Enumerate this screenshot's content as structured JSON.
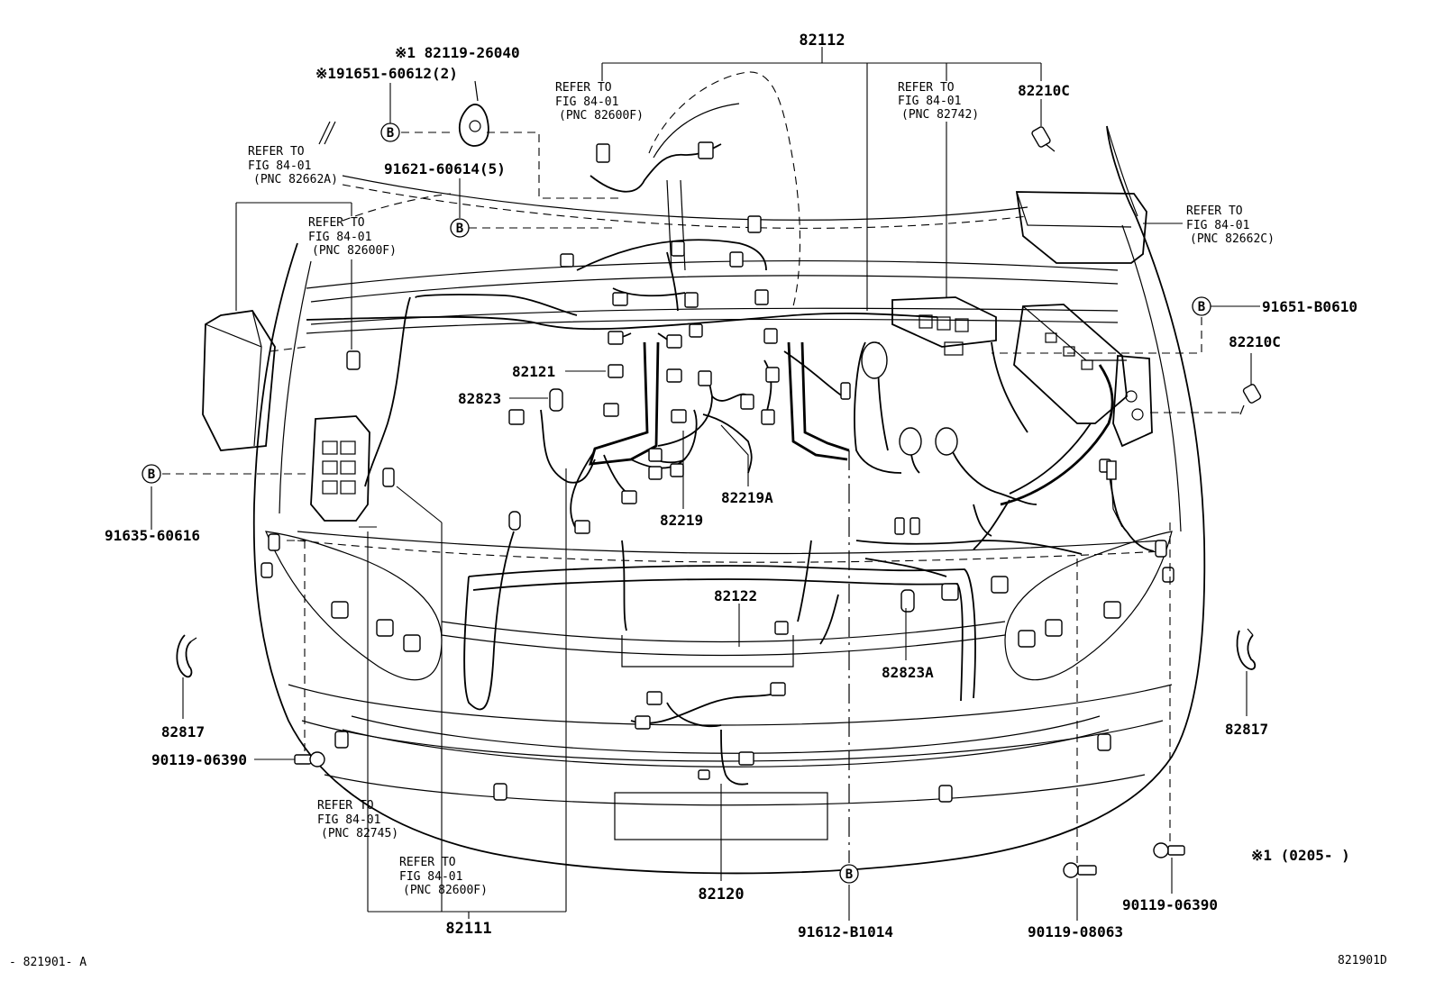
{
  "labels": {
    "p82112": "82112",
    "p82210c_top": "82210C",
    "p82210c_right": "82210C",
    "p82121": "82121",
    "p82823": "82823",
    "p82219": "82219",
    "p82219a": "82219A",
    "p82122": "82122",
    "p82823a": "82823A",
    "p82817_left": "82817",
    "p82817_right": "82817",
    "p82120": "82120",
    "p82111": "82111",
    "star_82119": "※1 82119-26040",
    "star_91651": "※191651-60612(2)",
    "p91621": "91621-60614(5)",
    "p91651_b0610": "91651-B0610",
    "p91635": "91635-60616",
    "p90119_06390_left": "90119-06390",
    "p90119_06390_right": "90119-06390",
    "p90119_08063": "90119-08063",
    "p91612": "91612-B1014",
    "note_star1": "※1 (0205-      )",
    "footer_left": "- 821901- A",
    "footer_right": "821901D",
    "callout_b": "B"
  },
  "refers": {
    "r1": {
      "l1": "REFER TO",
      "l2": "FIG 84-01",
      "l3": "(PNC 82600F)"
    },
    "r2": {
      "l1": "REFER TO",
      "l2": "FIG 84-01",
      "l3": "(PNC 82742)"
    },
    "r3": {
      "l1": "REFER TO",
      "l2": "FIG 84-01",
      "l3": "(PNC 82662A)"
    },
    "r4": {
      "l1": "REFER TO",
      "l2": "FIG 84-01",
      "l3": "(PNC 82600F)"
    },
    "r5": {
      "l1": "REFER TO",
      "l2": "FIG 84-01",
      "l3": "(PNC 82662C)"
    },
    "r6": {
      "l1": "REFER TO",
      "l2": "FIG 84-01",
      "l3": "(PNC 82745)"
    },
    "r7": {
      "l1": "REFER TO",
      "l2": "FIG 84-01",
      "l3": "(PNC 82600F)"
    }
  }
}
